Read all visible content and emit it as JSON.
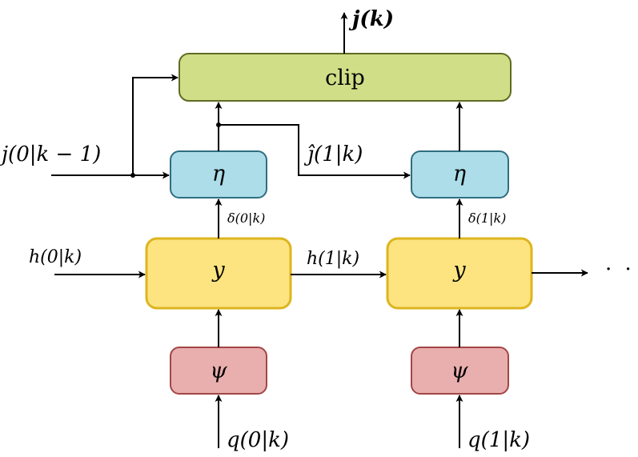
{
  "colors": {
    "clip_fill": "#d0df87",
    "clip_stroke": "#5e6b23",
    "eta_fill": "#acdde9",
    "eta_stroke": "#2f6e80",
    "y_fill": "#fde480",
    "y_stroke": "#ddb51f",
    "psi_fill": "#e9aeae",
    "psi_stroke": "#a34646",
    "line": "#000000"
  },
  "blocks": {
    "clip": "clip",
    "eta": "η",
    "y": "y",
    "psi": "ψ"
  },
  "signals": {
    "output": "j(k)",
    "input_j": "j(0|k − 1)",
    "j_hat": "ĵ(1|k)",
    "delta_0": "δ(0|k)",
    "delta_1": "δ(1|k)",
    "h_0": "h(0|k)",
    "h_1": "h(1|k)",
    "continuation": "· · ·",
    "q_0": "q(0|k)",
    "q_1": "q(1|k)"
  }
}
